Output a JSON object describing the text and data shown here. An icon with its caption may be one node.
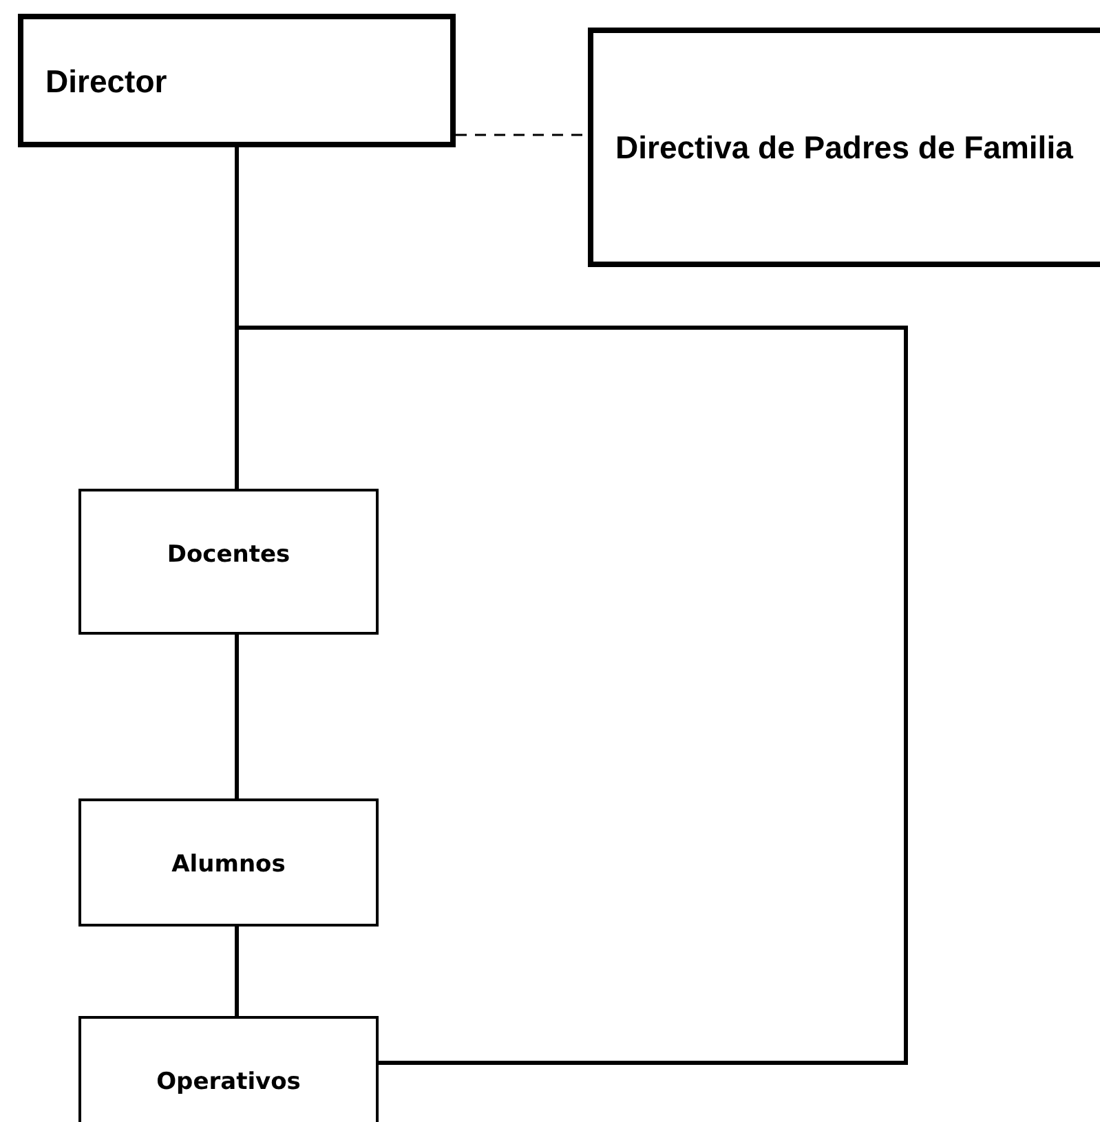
{
  "diagram": {
    "nodes": [
      {
        "text": [
          "Director"
        ]
      },
      {
        "text": [
          "Directiva de Padres de Familia"
        ]
      },
      {
        "text": [
          "Docentes"
        ]
      },
      {
        "text": [
          "Alumnos"
        ]
      },
      {
        "text": [
          "Operativos"
        ]
      }
    ],
    "edges": [
      {
        "from": 0,
        "to": 1,
        "arrow": "none",
        "style": "dashed"
      },
      {
        "from": 0,
        "to": 2,
        "arrow": "none"
      },
      {
        "from": 2,
        "to": 3,
        "arrow": "none"
      },
      {
        "from": 3,
        "to": 4,
        "arrow": "none"
      },
      {
        "from": 0,
        "to": 4,
        "arrow": "none"
      }
    ]
  }
}
